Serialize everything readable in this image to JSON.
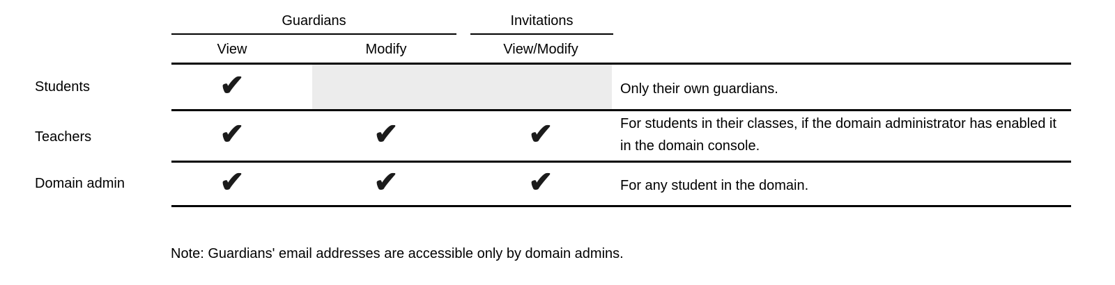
{
  "table": {
    "column_groups": [
      {
        "label": "Guardians",
        "columns": [
          "View",
          "Modify"
        ]
      },
      {
        "label": "Invitations",
        "columns": [
          "View/Modify"
        ]
      }
    ],
    "rows": [
      {
        "label": "Students",
        "cells": {
          "view": "✔",
          "modify": "",
          "invitations": ""
        },
        "shaded_no_access": true,
        "note": "Only their own guardians."
      },
      {
        "label": "Teachers",
        "cells": {
          "view": "✔",
          "modify": "✔",
          "invitations": "✔"
        },
        "shaded_no_access": false,
        "note": "For students in their classes, if the domain administrator has enabled it in the domain console."
      },
      {
        "label": "Domain admin",
        "cells": {
          "view": "✔",
          "modify": "✔",
          "invitations": "✔"
        },
        "shaded_no_access": false,
        "note": "For any student in the domain."
      }
    ]
  },
  "footnote": "Note: Guardians' email addresses are accessible only by domain admins.",
  "icons": {
    "check": "heavy-check-mark"
  },
  "colors": {
    "text": "#000000",
    "rule": "#000000",
    "shaded_cell": "#ececec",
    "check": "#1b1b1b",
    "background": "#ffffff"
  }
}
